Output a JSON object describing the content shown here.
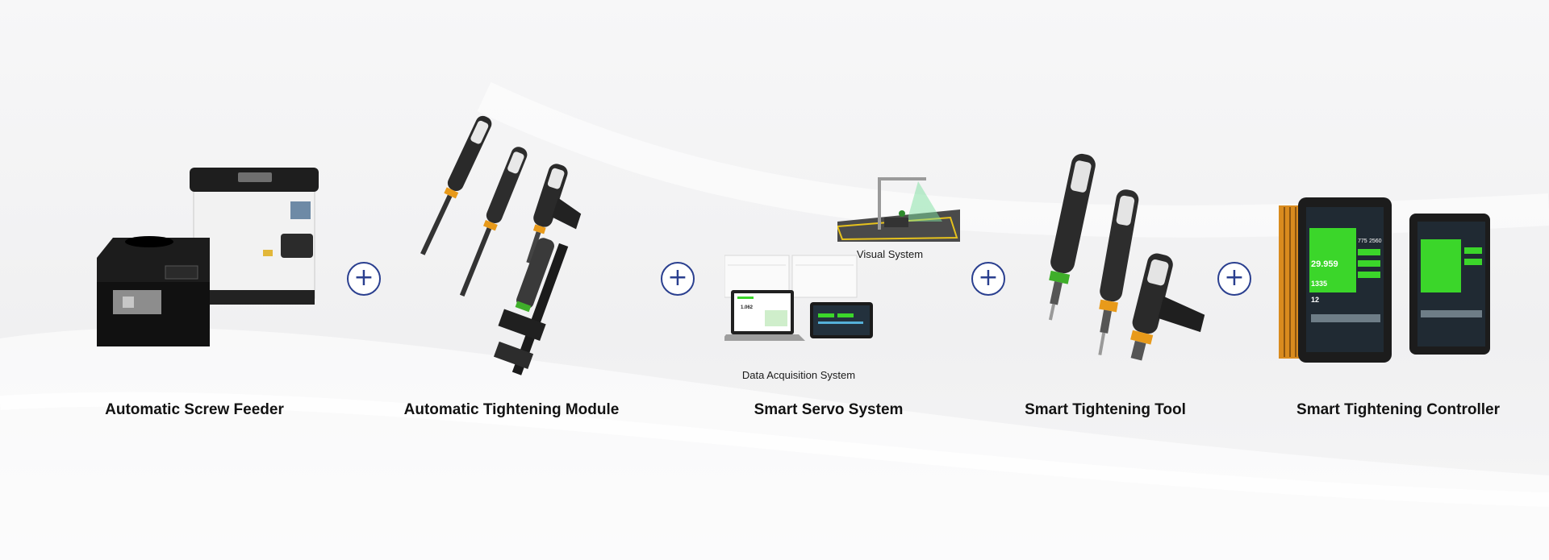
{
  "products": [
    {
      "id": "screw-feeder",
      "label": "Automatic Screw Feeder"
    },
    {
      "id": "tightening-module",
      "label": "Automatic Tightening Module"
    },
    {
      "id": "servo-system",
      "label": "Smart Servo System",
      "sub": {
        "visual": "Visual System",
        "data": "Data Acquisition System"
      }
    },
    {
      "id": "tightening-tool",
      "label": "Smart Tightening Tool"
    },
    {
      "id": "tightening-controller",
      "label": "Smart Tightening Controller"
    }
  ],
  "connector_symbol": "+",
  "controller_screen": {
    "readout_main": "29.959",
    "readout_secondary": "1335",
    "readout_count": "12",
    "readout_small_a": "775",
    "readout_small_b": "2560"
  },
  "laptop_screen": {
    "readout": "1.062"
  },
  "colors": {
    "accent": "#2a3f8f",
    "screen_green": "#3bd62a",
    "controller_orange": "#d98b1e",
    "tool_orange": "#e89a1a",
    "tool_green": "#3fae2a"
  }
}
